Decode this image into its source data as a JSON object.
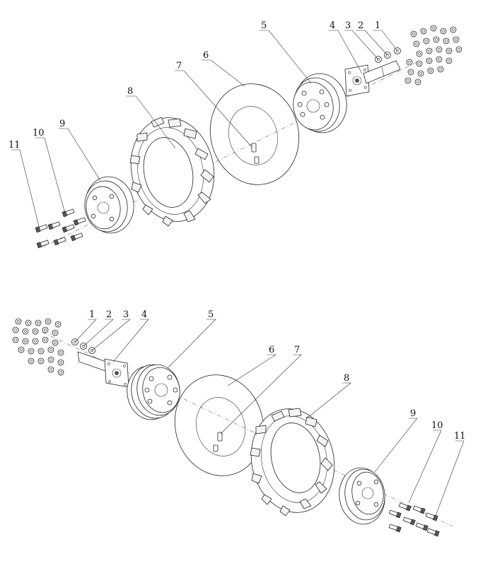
{
  "diagram": {
    "top": {
      "callouts": [
        "1",
        "2",
        "3",
        "4",
        "5",
        "6",
        "7",
        "8",
        "9",
        "10",
        "11"
      ]
    },
    "bottom": {
      "callouts": [
        "1",
        "2",
        "3",
        "4",
        "5",
        "6",
        "7",
        "8",
        "9",
        "10",
        "11"
      ]
    }
  }
}
